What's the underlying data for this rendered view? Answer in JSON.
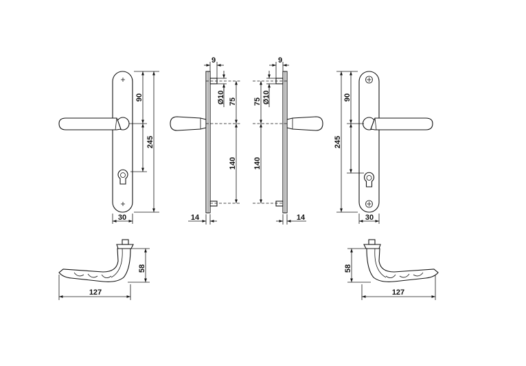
{
  "colors": {
    "line": "#111111",
    "background": "#ffffff"
  },
  "dimensions": {
    "plate_front_left": {
      "height": "245",
      "upper": "90",
      "width": "30"
    },
    "plate_side_left": {
      "spindle_offset": "9",
      "bore": "Ø10",
      "to_spindle": "75",
      "spindle_to_bottom": "140",
      "depth": "14"
    },
    "plate_side_right": {
      "spindle_offset": "9",
      "bore": "Ø10",
      "to_spindle": "75",
      "spindle_to_bottom": "140",
      "depth": "14"
    },
    "plate_front_right": {
      "height": "245",
      "upper": "90",
      "width": "30"
    },
    "handle_top_left": {
      "height": "58",
      "length": "127"
    },
    "handle_top_right": {
      "height": "58",
      "length": "127"
    }
  }
}
